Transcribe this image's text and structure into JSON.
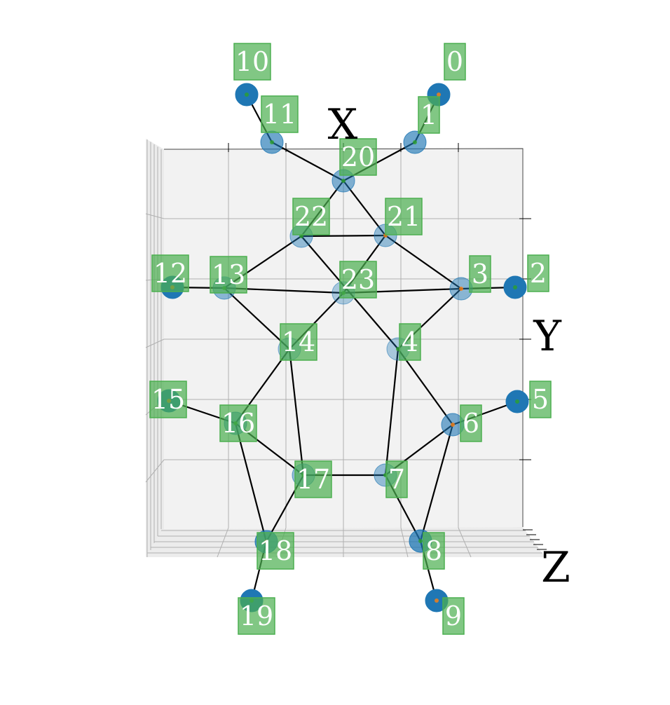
{
  "axes": {
    "x_label": "X",
    "y_label": "Y",
    "z_label": "Z"
  },
  "colors": {
    "pane": "#f2f2f2",
    "grid": "#b0b0b0",
    "edge": "#000000",
    "node": "#1f77b4",
    "label_box": "#4caf50",
    "label_text": "#ffffff"
  },
  "nodes": [
    {
      "id": 0,
      "label": "0"
    },
    {
      "id": 1,
      "label": "1"
    },
    {
      "id": 2,
      "label": "2"
    },
    {
      "id": 3,
      "label": "3"
    },
    {
      "id": 4,
      "label": "4"
    },
    {
      "id": 5,
      "label": "5"
    },
    {
      "id": 6,
      "label": "6"
    },
    {
      "id": 7,
      "label": "7"
    },
    {
      "id": 8,
      "label": "8"
    },
    {
      "id": 9,
      "label": "9"
    },
    {
      "id": 10,
      "label": "10"
    },
    {
      "id": 11,
      "label": "11"
    },
    {
      "id": 12,
      "label": "12"
    },
    {
      "id": 13,
      "label": "13"
    },
    {
      "id": 14,
      "label": "14"
    },
    {
      "id": 15,
      "label": "15"
    },
    {
      "id": 16,
      "label": "16"
    },
    {
      "id": 17,
      "label": "17"
    },
    {
      "id": 18,
      "label": "18"
    },
    {
      "id": 19,
      "label": "19"
    },
    {
      "id": 20,
      "label": "20"
    },
    {
      "id": 21,
      "label": "21"
    },
    {
      "id": 22,
      "label": "22"
    },
    {
      "id": 23,
      "label": "23"
    }
  ],
  "edges": [
    [
      0,
      1
    ],
    [
      1,
      20
    ],
    [
      10,
      11
    ],
    [
      11,
      20
    ],
    [
      20,
      22
    ],
    [
      20,
      21
    ],
    [
      22,
      21
    ],
    [
      22,
      13
    ],
    [
      22,
      4
    ],
    [
      21,
      23
    ],
    [
      21,
      3
    ],
    [
      12,
      13
    ],
    [
      13,
      23
    ],
    [
      23,
      3
    ],
    [
      3,
      2
    ],
    [
      3,
      4
    ],
    [
      13,
      14
    ],
    [
      23,
      14
    ],
    [
      14,
      16
    ],
    [
      14,
      17
    ],
    [
      15,
      16
    ],
    [
      16,
      17
    ],
    [
      16,
      18
    ],
    [
      17,
      18
    ],
    [
      18,
      19
    ],
    [
      4,
      7
    ],
    [
      4,
      6
    ],
    [
      6,
      5
    ],
    [
      6,
      7
    ],
    [
      6,
      8
    ],
    [
      7,
      17
    ],
    [
      7,
      8
    ],
    [
      8,
      9
    ]
  ]
}
